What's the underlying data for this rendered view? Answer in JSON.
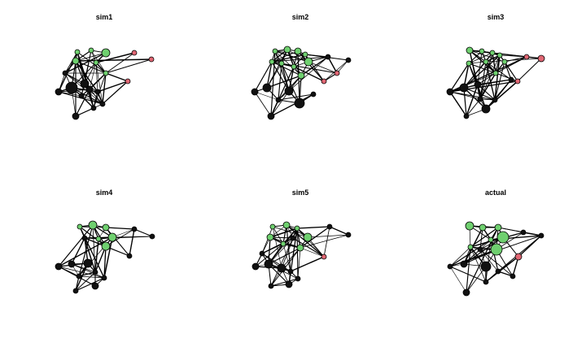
{
  "panels": [
    {
      "title": "sim1"
    },
    {
      "title": "sim2"
    },
    {
      "title": "sim3"
    },
    {
      "title": "sim4"
    },
    {
      "title": "sim5"
    },
    {
      "title": "actual"
    }
  ],
  "colors": {
    "group_black": "#111111",
    "group_green": "#6fd06f",
    "group_red": "#e06673",
    "edge": "#000000",
    "background": "#ffffff"
  }
}
